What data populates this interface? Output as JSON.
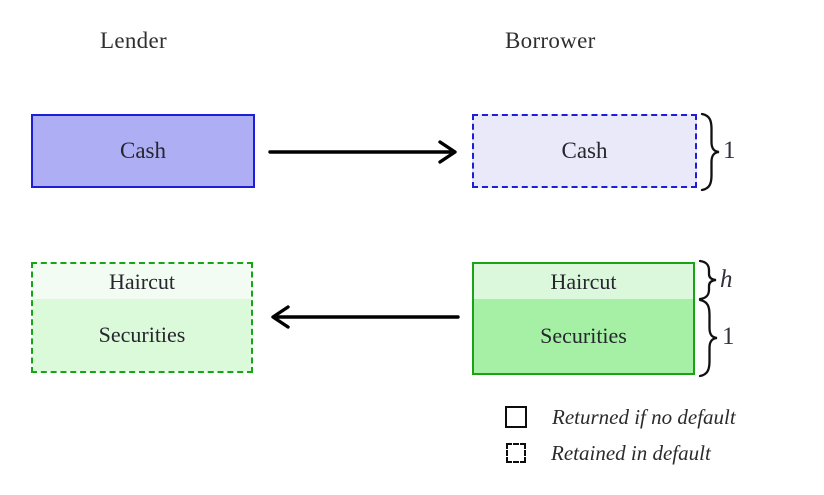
{
  "columns": {
    "lender": "Lender",
    "borrower": "Borrower"
  },
  "lender": {
    "cash_box": {
      "label": "Cash"
    },
    "collateral_box": {
      "haircut_label": "Haircut",
      "securities_label": "Securities"
    }
  },
  "borrower": {
    "cash_box": {
      "label": "Cash",
      "brace_label": "1"
    },
    "collateral_box": {
      "haircut_label": "Haircut",
      "haircut_brace_label": "h",
      "securities_label": "Securities",
      "securities_brace_label": "1"
    }
  },
  "legend": {
    "items": [
      {
        "marker": "solid-square",
        "label": "Returned if no default"
      },
      {
        "marker": "dashed-square",
        "label": "Retained in default"
      }
    ]
  },
  "colors": {
    "blue_border": "#1e1ed8",
    "blue_fill_solid": "#aeaef4",
    "blue_fill_dashed": "#e9e9f9",
    "green_border": "#17a517",
    "green_fill_haircut_dashed": "#f3fcf3",
    "green_fill_securities_dashed": "#dafada",
    "green_fill_haircut_solid": "#dcf8dc",
    "green_fill_securities_solid": "#a6f0a6",
    "arrow": "#000000",
    "text": "#2b2b2b"
  }
}
